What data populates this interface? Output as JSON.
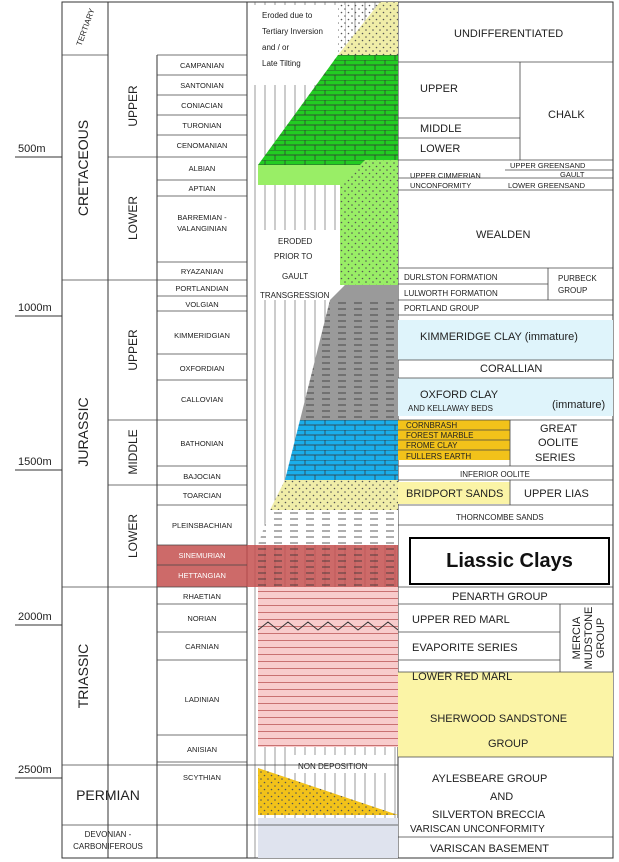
{
  "depth_labels": [
    "500m",
    "1000m",
    "1500m",
    "2000m",
    "2500m"
  ],
  "systems": [
    "TERTIARY",
    "CRETACEOUS",
    "JURASSIC",
    "TRIASSIC",
    "PERMIAN",
    "DEVONIAN -",
    "CARBONIFEROUS"
  ],
  "series": [
    "UPPER",
    "LOWER",
    "UPPER",
    "MIDDLE",
    "LOWER"
  ],
  "stages": [
    "CAMPANIAN",
    "SANTONIAN",
    "CONIACIAN",
    "TURONIAN",
    "CENOMANIAN",
    "ALBIAN",
    "APTIAN",
    "BARREMIAN -",
    "VALANGINIAN",
    "RYAZANIAN",
    "PORTLANDIAN",
    "VOLGIAN",
    "KIMMERIDGIAN",
    "OXFORDIAN",
    "CALLOVIAN",
    "BATHONIAN",
    "BAJOCIAN",
    "TOARCIAN",
    "PLEINSBACHIAN",
    "SINEMURIAN",
    "HETTANGIAN",
    "RHAETIAN",
    "NORIAN",
    "CARNIAN",
    "LADINIAN",
    "ANISIAN",
    "SCYTHIAN"
  ],
  "lith_notes": [
    "Eroded due to",
    "Tertiary Inversion",
    "and / or",
    "Late Tilting",
    "ERODED",
    "PRIOR TO",
    "GAULT",
    "TRANSGRESSION",
    "NON DEPOSITION"
  ],
  "units": [
    "UNDIFFERENTIATED",
    "UPPER",
    "MIDDLE",
    "LOWER",
    "CHALK",
    "UPPER GREENSAND",
    "GAULT",
    "UPPER CIMMERIAN",
    "UNCONFORMITY",
    "LOWER GREENSAND",
    "WEALDEN",
    "DURLSTON FORMATION",
    "LULWORTH FORMATION",
    "PURBECK",
    "GROUP",
    "PORTLAND GROUP",
    "KIMMERIDGE CLAY (immature)",
    "CORALLIAN",
    "OXFORD CLAY",
    "AND KELLAWAY BEDS",
    "(immature)",
    "CORNBRASH",
    "FOREST MARBLE",
    "FROME CLAY",
    "FULLERS EARTH",
    "GREAT",
    "OOLITE",
    "SERIES",
    "INFERIOR OOLITE",
    "BRIDPORT SANDS",
    "UPPER LIAS",
    "THORNCOMBE SANDS",
    "PENARTH GROUP",
    "UPPER RED MARL",
    "EVAPORITE SERIES",
    "LOWER RED MARL",
    "MERCIA",
    "MUDSTONE",
    "GROUP",
    "SHERWOOD SANDSTONE",
    "GROUP",
    "AYLESBEARE GROUP",
    "AND",
    "SILVERTON BRECCIA",
    "VARISCAN UNCONFORMITY",
    "VARISCAN BASEMENT"
  ],
  "callout": "Liassic Clays",
  "colors": {
    "chalk": "#22cc22",
    "greensand": "#99ee66",
    "sand": "#f0eda8",
    "grey": "#9a9a9a",
    "oolite": "#1aaeea",
    "pink": "#f8cccc",
    "orange": "#f2c21a",
    "highlight": "#c4504f",
    "lightblue": "#dff4fb",
    "lightyellow": "#fbf4a6"
  }
}
